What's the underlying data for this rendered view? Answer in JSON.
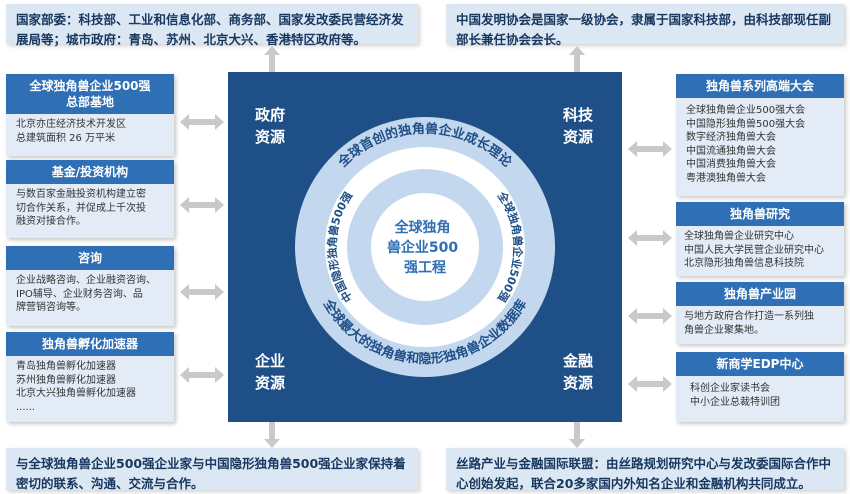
{
  "top_left": "国家部委：科技部、工业和信息化部、商务部、国家发改委民营经济发展局等；城市政府：青岛、苏州、北京大兴、香港特区政府等。",
  "top_right": "中国发明协会是国家一级协会，隶属于国家科技部，由科技部现任副部长兼任协会会长。",
  "bottom_left": "与全球独角兽企业500强企业家与中国隐形独角兽500强企业家保持着密切的联系、沟通、交流与合作。",
  "bottom_right": "丝路产业与金融国际联盟：由丝路规划研究中心与发改委国际合作中心创始发起，联合20多家国内外知名企业和金融机构共同成立。",
  "center": {
    "corners": {
      "government": [
        "政府",
        "资源"
      ],
      "tech": [
        "科技",
        "资源"
      ],
      "enterprise": [
        "企业",
        "资源"
      ],
      "finance": [
        "金融",
        "资源"
      ]
    },
    "outer_ring_top": "全球首创的独角兽企业成长理论",
    "outer_ring_bottom": "全球最大的独角兽和隐形独角兽企业数据库",
    "inner_ring_left": "中国隐形独角兽500强",
    "inner_ring_right": "全球独角兽企业500强",
    "core_lines": [
      "全球独角",
      "兽企业500",
      "强工程"
    ]
  },
  "left_cards": [
    {
      "title_lines": [
        "全球独角兽企业500强",
        "总部基地"
      ],
      "body": [
        "北京亦庄经济技术开发区",
        "总建筑面积 26 万平米"
      ]
    },
    {
      "title_lines": [
        "基金/投资机构"
      ],
      "body": [
        "与数百家金融投资机构建立密",
        "切合作关系，并促成上千次投",
        "融资对接合作。"
      ]
    },
    {
      "title_lines": [
        "咨询"
      ],
      "body": [
        "企业战略咨询、企业融资咨询、",
        "IPO辅导、企业财务咨询、品",
        "牌营销咨询等。"
      ]
    },
    {
      "title_lines": [
        "独角兽孵化加速器"
      ],
      "body": [
        "青岛独角兽孵化加速器",
        "苏州独角兽孵化加速器",
        "北京大兴独角兽孵化加速器",
        "......"
      ]
    }
  ],
  "right_cards": [
    {
      "title_lines": [
        "独角兽系列高端大会"
      ],
      "body": [
        "全球独角兽企业500强大会",
        "中国隐形独角兽500强大会",
        "数字经济独角兽大会",
        "中国流通独角兽大会",
        "中国消费独角兽大会",
        "粤港澳独角兽大会"
      ]
    },
    {
      "title_lines": [
        "独角兽研究"
      ],
      "body": [
        "全球独角兽企业研究中心",
        "中国人民大学民营企业研究中心",
        "北京隐形独角兽信息科技院"
      ]
    },
    {
      "title_lines": [
        "独角兽产业园"
      ],
      "body": [
        "与地方政府合作打造一系列独",
        "角兽企业聚集地。"
      ]
    },
    {
      "title_lines": [
        "新商学EDP中心"
      ],
      "body": [
        "科创企业家读书会",
        "中小企业总裁特训团"
      ]
    }
  ]
}
